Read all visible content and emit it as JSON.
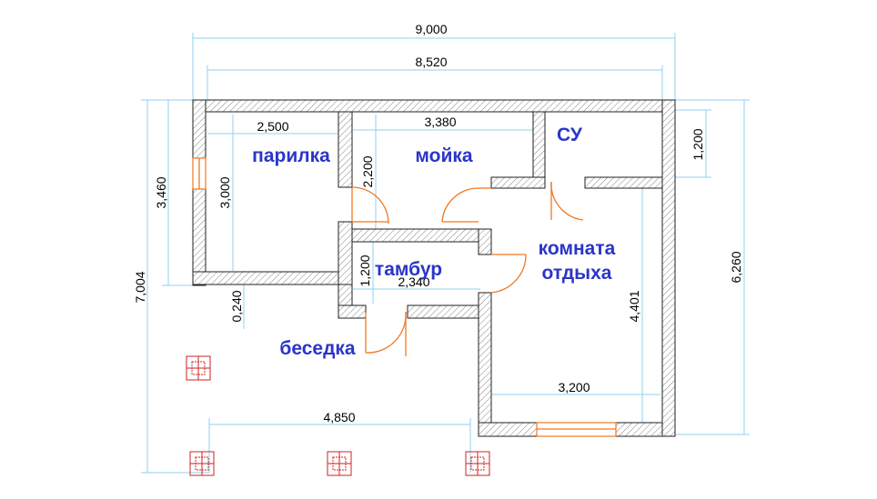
{
  "rooms": {
    "parilka": "парилка",
    "moika": "мойка",
    "su": "СУ",
    "tambur": "тамбур",
    "komnata_1": "комната",
    "komnata_2": "отдыха",
    "besedka": "беседка"
  },
  "dimensions": {
    "total_width": "9,000",
    "inner_width": "8,520",
    "parilka_width": "2,500",
    "moika_width": "3,380",
    "su_height": "1,200",
    "left_height": "3,460",
    "parilka_height": "3,000",
    "moika_height": "2,200",
    "tambur_height": "1,200",
    "tambur_width": "2,340",
    "total_height": "7,004",
    "komnata_height_right": "6,260",
    "komnata_height_inner": "4,401",
    "komnata_width": "3,200",
    "wall_offset": "0,240",
    "besedka_width": "4,850"
  },
  "colors": {
    "room_label": "#2b35c9",
    "dimension_line": "#8fd0f0",
    "door": "#f07820",
    "column": "#d02020",
    "wall_outline": "#222222"
  }
}
